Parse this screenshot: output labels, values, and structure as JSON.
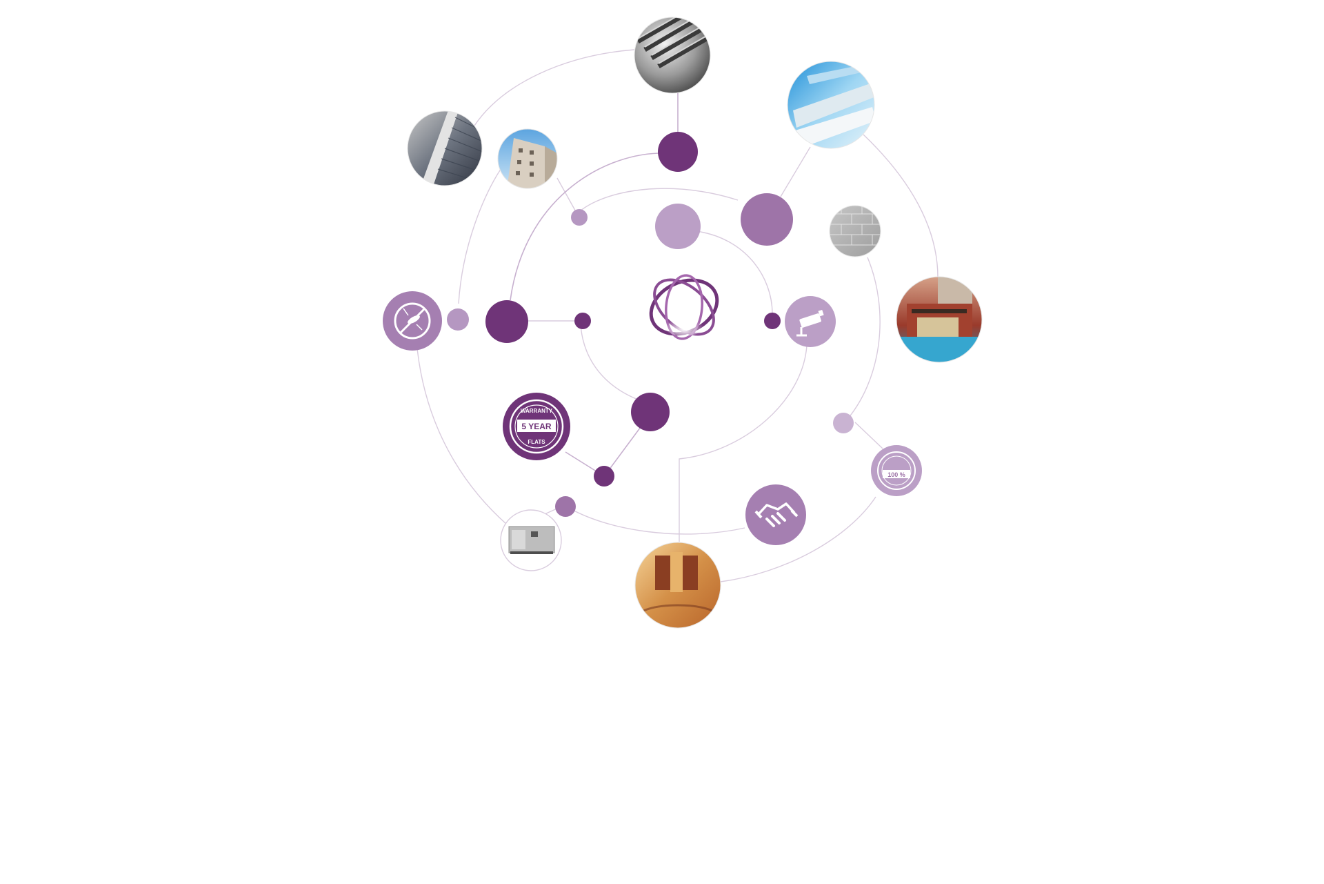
{
  "colors": {
    "dark_purple": "#6f3478",
    "mid_purple": "#9e74a8",
    "light_purple": "#bb9fc6",
    "pale_purple": "#c9b3d2",
    "line": "#d9ccde",
    "icon_bg": "#a57fb1"
  },
  "center_logo": {
    "icon": "orbit-logo-icon"
  },
  "badges": {
    "warranty": {
      "top": "WARRANTY",
      "main": "5 YEAR",
      "bottom": "FLATS"
    },
    "guarantee": {
      "main": "100 %"
    }
  },
  "icons": {
    "no_mosquito": "no-mosquito-icon",
    "cctv": "cctv-camera-icon",
    "handshake": "handshake-icon"
  },
  "photos": [
    "steel-rods-photo",
    "glass-panels-photo",
    "tower-facade-photo",
    "apartment-building-photo",
    "brick-wall-photo",
    "clubhouse-pool-photo",
    "generator-photo",
    "elevator-lobby-photo"
  ]
}
